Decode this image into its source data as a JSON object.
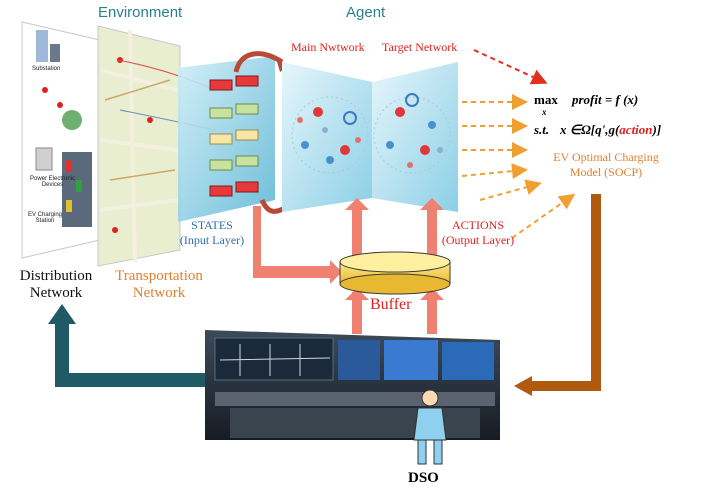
{
  "labels": {
    "environment": "Environment",
    "agent": "Agent",
    "main_network": "Main Nwtwork",
    "target_network": "Target Network",
    "states_line1": "STATES",
    "states_line2": "(Input Layer)",
    "actions_line1": "ACTIONS",
    "actions_line2": "(Output Layer)",
    "distribution_line1": "Distribution",
    "distribution_line2": "Network",
    "transportation_line1": "Transportation",
    "transportation_line2": "Network",
    "buffer": "Buffer",
    "dso": "DSO",
    "ev_model_line1": "EV Optimal Charging",
    "ev_model_line2": "Model (SOCP)",
    "eq_max": "max",
    "eq_max_sub": "x",
    "eq_objective": "profit = f (x)",
    "eq_st": "s.t.",
    "eq_constraint_prefix": "x ∈Ω[q',g(",
    "eq_constraint_action": "action",
    "eq_constraint_suffix": ")]",
    "substation": "Substation",
    "power_electronic_line1": "Power Electronic",
    "power_electronic_line2": "Devices",
    "ev_station_line1": "EV Charging",
    "ev_station_line2": "Station"
  },
  "colors": {
    "teal_title": "#2a7f8a",
    "arrow_red": "#f08070",
    "arrow_orange": "#f0a030",
    "dashed_red": "#e02020",
    "dark_teal_arrow": "#1f5a66",
    "brown_arrow": "#b05a10",
    "buffer_fill": "#f7d25a"
  }
}
